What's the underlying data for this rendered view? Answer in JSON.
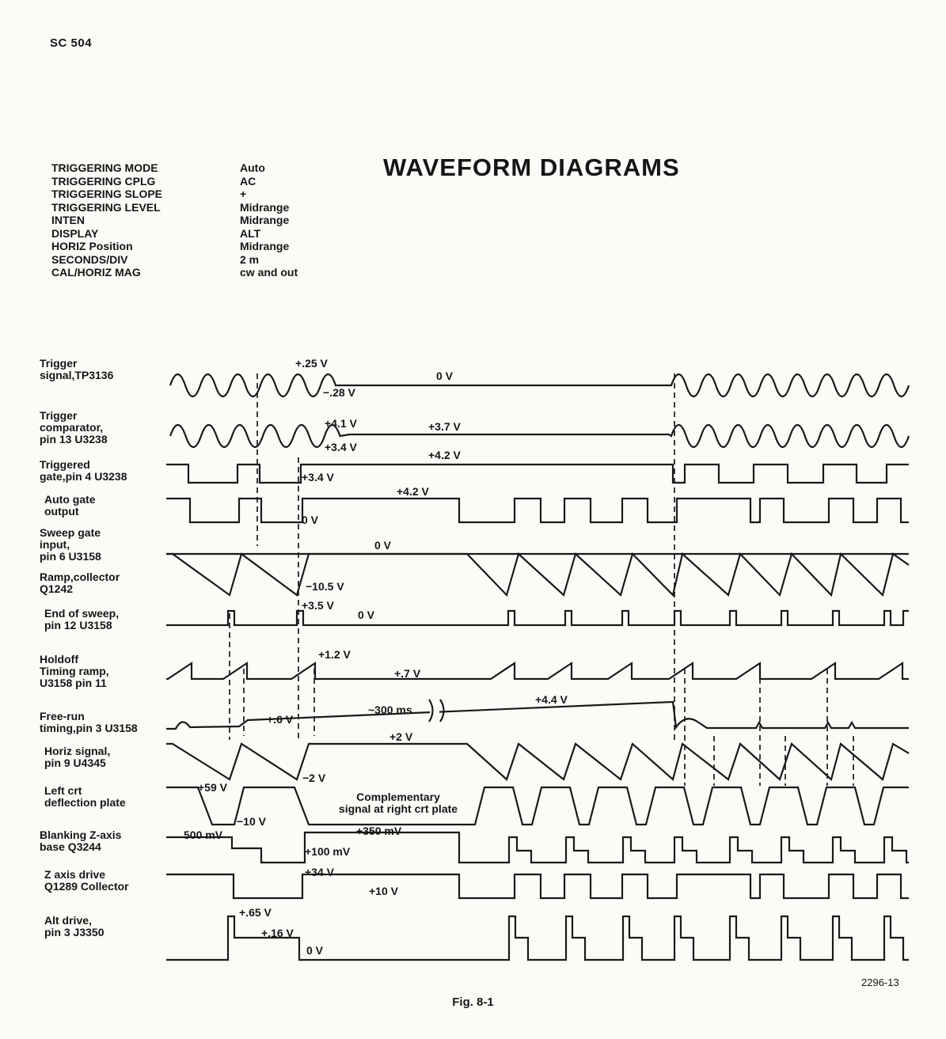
{
  "page": {
    "model": "SC 504",
    "title": "WAVEFORM DIAGRAMS",
    "figure": "Fig. 8-1",
    "doc_number": "2296-13"
  },
  "settings": [
    {
      "label": "TRIGGERING MODE",
      "value": "Auto"
    },
    {
      "label": "TRIGGERING CPLG",
      "value": "AC"
    },
    {
      "label": "TRIGGERING SLOPE",
      "value": "+"
    },
    {
      "label": "TRIGGERING LEVEL",
      "value": "Midrange"
    },
    {
      "label": "INTEN",
      "value": "Midrange"
    },
    {
      "label": "DISPLAY",
      "value": "ALT"
    },
    {
      "label": "HORIZ Position",
      "value": "Midrange"
    },
    {
      "label": "SECONDS/DIV",
      "value": "2 m"
    },
    {
      "label": "CAL/HORIZ MAG",
      "value": "cw and out"
    }
  ],
  "waveforms": [
    {
      "id": "trigger-signal",
      "label": "Trigger\nsignal,TP3136",
      "annotations": [
        "+.25 V",
        "−.28 V",
        "0 V"
      ]
    },
    {
      "id": "trigger-comparator",
      "label": "Trigger\ncomparator,\npin 13 U3238",
      "annotations": [
        "+4.1 V",
        "+3.4 V",
        "+3.7 V"
      ]
    },
    {
      "id": "triggered-gate",
      "label": "Triggered\ngate,pin 4 U3238",
      "annotations": [
        "+4.2 V",
        "+3.4 V"
      ]
    },
    {
      "id": "auto-gate",
      "label": "Auto gate\noutput",
      "annotations": [
        "+4.2 V",
        "0 V"
      ]
    },
    {
      "id": "sweep-gate",
      "label": "Sweep gate\ninput,\npin 6 U3158",
      "annotations": [
        "0 V"
      ]
    },
    {
      "id": "ramp",
      "label": "Ramp,collector\nQ1242",
      "annotations": [
        "−10.5 V"
      ]
    },
    {
      "id": "end-of-sweep",
      "label": "End of sweep,\npin 12 U3158",
      "annotations": [
        "+3.5 V",
        "0 V"
      ]
    },
    {
      "id": "holdoff-ramp",
      "label": "Holdoff\nTiming ramp,\nU3158 pin 11",
      "annotations": [
        "+1.2 V",
        "+.7 V"
      ]
    },
    {
      "id": "free-run",
      "label": "Free-run\ntiming,pin 3 U3158",
      "annotations": [
        "+.6 V",
        "~300 ms",
        "+4.4 V"
      ]
    },
    {
      "id": "horiz-signal",
      "label": "Horiz signal,\npin 9 U4345",
      "annotations": [
        "+2 V",
        "−2 V"
      ]
    },
    {
      "id": "crt-plate",
      "label": "Left crt\ndeflection plate",
      "annotations": [
        "+59 V",
        "−10 V",
        "Complementary\nsignal at right crt plate"
      ]
    },
    {
      "id": "blanking",
      "label": "Blanking Z-axis\nbase Q3244",
      "annotations": [
        "500 mV",
        "+350 mV",
        "+100 mV"
      ]
    },
    {
      "id": "z-axis-drive",
      "label": "Z axis drive\nQ1289 Collector",
      "annotations": [
        "+34 V",
        "+10 V"
      ]
    },
    {
      "id": "alt-drive",
      "label": "Alt drive,\npin 3 J3350",
      "annotations": [
        "+.65 V",
        "+.16 V",
        "0 V"
      ]
    }
  ]
}
